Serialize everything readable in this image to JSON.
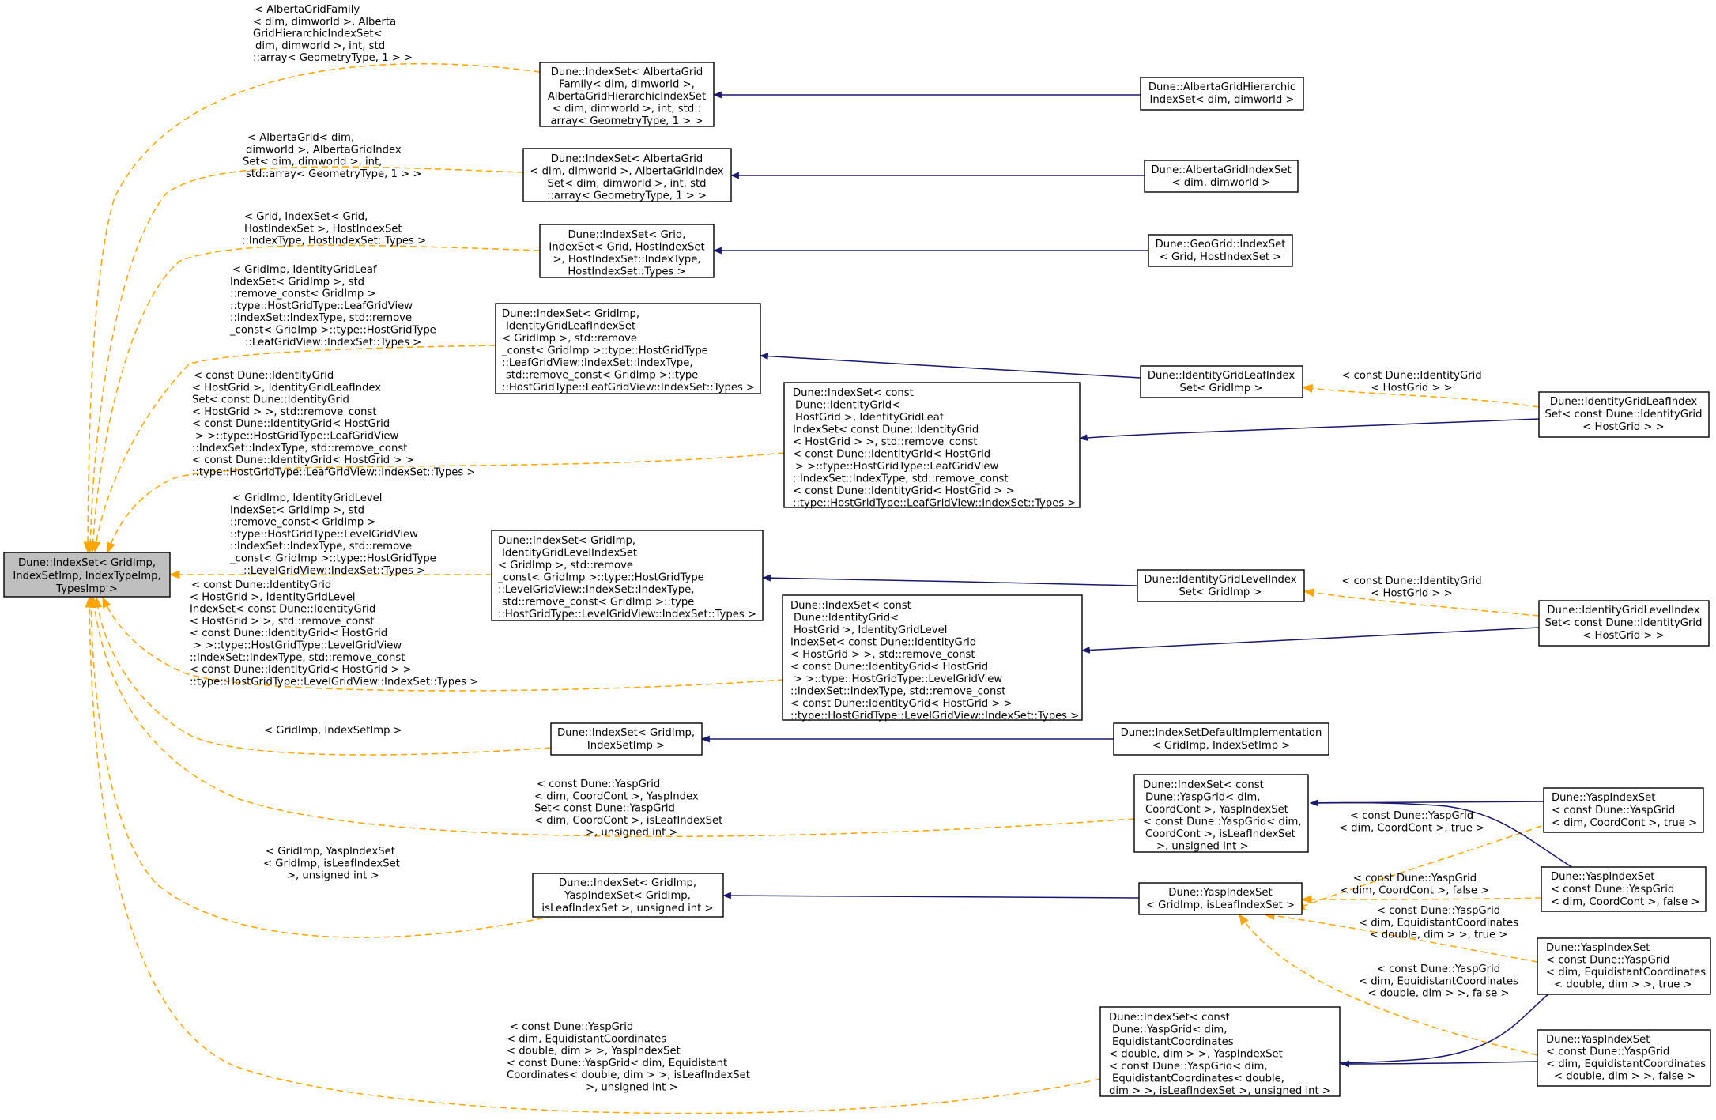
{
  "colors": {
    "inheritance_edge": "#191970",
    "template_edge": "#ffa500",
    "root_fill": "#bfbfbf",
    "node_fill": "#ffffff",
    "node_border": "#000000"
  },
  "nodes": {
    "root": [
      "Dune::IndexSet< GridImp,",
      "IndexSetImp, IndexTypeImp,",
      "TypesImp >"
    ],
    "is_alberta_family": [
      "Dune::IndexSet< AlbertaGrid",
      "Family< dim, dimworld >,",
      "AlbertaGridHierarchicIndexSet",
      "< dim, dimworld >, int, std::",
      "array< GeometryType, 1 > >"
    ],
    "alberta_hier": [
      "Dune::AlbertaGridHierarchic",
      "IndexSet< dim, dimworld >"
    ],
    "is_alberta_grid": [
      "Dune::IndexSet< AlbertaGrid",
      "< dim, dimworld >, AlbertaGridIndex",
      "Set< dim, dimworld >, int, std",
      "::array< GeometryType, 1 > >"
    ],
    "alberta_idx": [
      "Dune::AlbertaGridIndexSet",
      "< dim, dimworld >"
    ],
    "is_geo": [
      "Dune::IndexSet< Grid,",
      "IndexSet< Grid, HostIndexSet",
      ">, HostIndexSet::IndexType,",
      "HostIndexSet::Types >"
    ],
    "geo_idx": [
      "Dune::GeoGrid::IndexSet",
      "< Grid, HostIndexSet >"
    ],
    "is_id_leaf": [
      "Dune::IndexSet< GridImp,",
      "IdentityGridLeafIndexSet",
      "< GridImp >, std::remove",
      "_const< GridImp >::type::HostGridType",
      "::LeafGridView::IndexSet::IndexType,",
      "std::remove_const< GridImp >::type",
      "::HostGridType::LeafGridView::IndexSet::Types >"
    ],
    "id_leaf": [
      "Dune::IdentityGridLeafIndex",
      "Set< GridImp >"
    ],
    "id_leaf_const": [
      "Dune::IdentityGridLeafIndex",
      "Set< const Dune::IdentityGrid",
      "< HostGrid > >"
    ],
    "is_id_leaf_const": [
      "Dune::IndexSet< const",
      "Dune::IdentityGrid<",
      "HostGrid >, IdentityGridLeaf",
      "IndexSet< const Dune::IdentityGrid",
      "< HostGrid > >, std::remove_const",
      "< const Dune::IdentityGrid< HostGrid",
      "> >::type::HostGridType::LeafGridView",
      "::IndexSet::IndexType, std::remove_const",
      "< const Dune::IdentityGrid< HostGrid > >",
      "::type::HostGridType::LeafGridView::IndexSet::Types >"
    ],
    "is_id_level": [
      "Dune::IndexSet< GridImp,",
      "IdentityGridLevelIndexSet",
      "< GridImp >, std::remove",
      "_const< GridImp >::type::HostGridType",
      "::LevelGridView::IndexSet::IndexType,",
      "std::remove_const< GridImp >::type",
      "::HostGridType::LevelGridView::IndexSet::Types >"
    ],
    "id_level": [
      "Dune::IdentityGridLevelIndex",
      "Set< GridImp >"
    ],
    "id_level_const": [
      "Dune::IdentityGridLevelIndex",
      "Set< const Dune::IdentityGrid",
      "< HostGrid > >"
    ],
    "is_id_level_const": [
      "Dune::IndexSet< const",
      "Dune::IdentityGrid<",
      "HostGrid >, IdentityGridLevel",
      "IndexSet< const Dune::IdentityGrid",
      "< HostGrid > >, std::remove_const",
      "< const Dune::IdentityGrid< HostGrid",
      "> >::type::HostGridType::LevelGridView",
      "::IndexSet::IndexType, std::remove_const",
      "< const Dune::IdentityGrid< HostGrid > >",
      "::type::HostGridType::LevelGridView::IndexSet::Types >"
    ],
    "is_default": [
      "Dune::IndexSet< GridImp,",
      "IndexSetImp >"
    ],
    "default_impl": [
      "Dune::IndexSetDefaultImplementation",
      "< GridImp, IndexSetImp >"
    ],
    "is_yasp_coord": [
      "Dune::IndexSet< const",
      "Dune::YaspGrid< dim,",
      "CoordCont >, YaspIndexSet",
      "< const Dune::YaspGrid< dim,",
      "CoordCont >, isLeafIndexSet",
      ">, unsigned int >"
    ],
    "yasp_true": [
      "Dune::YaspIndexSet",
      "< const Dune::YaspGrid",
      "< dim, CoordCont >, true >"
    ],
    "yasp_false": [
      "Dune::YaspIndexSet",
      "< const Dune::YaspGrid",
      "< dim, CoordCont >, false >"
    ],
    "is_yasp_gridimp": [
      "Dune::IndexSet< GridImp,",
      "YaspIndexSet< GridImp,",
      "isLeafIndexSet >, unsigned int >"
    ],
    "yasp_gridimp": [
      "Dune::YaspIndexSet",
      "< GridImp, isLeafIndexSet >"
    ],
    "yasp_eq_true": [
      "Dune::YaspIndexSet",
      "< const Dune::YaspGrid",
      "< dim, EquidistantCoordinates",
      "< double, dim > >, true >"
    ],
    "yasp_eq_false": [
      "Dune::YaspIndexSet",
      "< const Dune::YaspGrid",
      "< dim, EquidistantCoordinates",
      "< double, dim > >, false >"
    ],
    "is_yasp_eq": [
      "Dune::IndexSet< const",
      "Dune::YaspGrid< dim,",
      "EquidistantCoordinates",
      "< double, dim > >, YaspIndexSet",
      "< const Dune::YaspGrid< dim,",
      "EquidistantCoordinates< double,",
      "dim > >, isLeafIndexSet >, unsigned int >"
    ]
  },
  "edge_labels": {
    "alberta_family": [
      "< AlbertaGridFamily",
      "< dim, dimworld >, Alberta",
      "GridHierarchicIndexSet<",
      "dim, dimworld >, int, std",
      "::array< GeometryType, 1 > >"
    ],
    "alberta_grid": [
      "< AlbertaGrid< dim,",
      "dimworld >, AlbertaGridIndex",
      "Set< dim, dimworld >, int,",
      "std::array< GeometryType, 1 > >"
    ],
    "geo": [
      "< Grid, IndexSet< Grid,",
      "HostIndexSet >, HostIndexSet",
      "::IndexType, HostIndexSet::Types >"
    ],
    "id_leaf": [
      "< GridImp, IdentityGridLeaf",
      "IndexSet< GridImp >, std",
      "::remove_const< GridImp >",
      "::type::HostGridType::LeafGridView",
      "::IndexSet::IndexType, std::remove",
      "_const< GridImp >::type::HostGridType",
      "::LeafGridView::IndexSet::Types >"
    ],
    "id_leaf_const": [
      "< const Dune::IdentityGrid",
      "< HostGrid >, IdentityGridLeafIndex",
      "Set< const Dune::IdentityGrid",
      "< HostGrid > >, std::remove_const",
      "< const Dune::IdentityGrid< HostGrid",
      "> >::type::HostGridType::LeafGridView",
      "::IndexSet::IndexType, std::remove_const",
      "< const Dune::IdentityGrid< HostGrid > >",
      "::type::HostGridType::LeafGridView::IndexSet::Types >"
    ],
    "id_level": [
      "< GridImp, IdentityGridLevel",
      "IndexSet< GridImp >, std",
      "::remove_const< GridImp >",
      "::type::HostGridType::LevelGridView",
      "::IndexSet::IndexType, std::remove",
      "_const< GridImp >::type::HostGridType",
      "::LevelGridView::IndexSet::Types >"
    ],
    "id_level_const": [
      "< const Dune::IdentityGrid",
      "< HostGrid >, IdentityGridLevel",
      "IndexSet< const Dune::IdentityGrid",
      "< HostGrid > >, std::remove_const",
      "< const Dune::IdentityGrid< HostGrid",
      "> >::type::HostGridType::LevelGridView",
      "::IndexSet::IndexType, std::remove_const",
      "< const Dune::IdentityGrid< HostGrid > >",
      "::type::HostGridType::LevelGridView::IndexSet::Types >"
    ],
    "default": [
      "< GridImp, IndexSetImp >"
    ],
    "yasp_coord": [
      "< const Dune::YaspGrid",
      "< dim, CoordCont >, YaspIndex",
      "Set< const Dune::YaspGrid",
      "< dim, CoordCont >, isLeafIndexSet",
      ">, unsigned int >"
    ],
    "yasp_gridimp": [
      "< GridImp, YaspIndexSet",
      "< GridImp, isLeafIndexSet",
      ">, unsigned int >"
    ],
    "yasp_eq": [
      "< const Dune::YaspGrid",
      "< dim, EquidistantCoordinates",
      "< double, dim > >, YaspIndexSet",
      "< const Dune::YaspGrid< dim, Equidistant",
      "Coordinates< double, dim > >, isLeafIndexSet",
      ">, unsigned int >"
    ],
    "leaf_const_host": [
      "< const Dune::IdentityGrid",
      "< HostGrid > >"
    ],
    "level_const_host": [
      "< const Dune::IdentityGrid",
      "< HostGrid > >"
    ],
    "yasp_true": [
      "< const Dune::YaspGrid",
      "< dim, CoordCont >, true >"
    ],
    "yasp_false": [
      "< const Dune::YaspGrid",
      "< dim, CoordCont >, false >"
    ],
    "yasp_eq_true": [
      "< const Dune::YaspGrid",
      "< dim, EquidistantCoordinates",
      "< double, dim > >, true >"
    ],
    "yasp_eq_false": [
      "< const Dune::YaspGrid",
      "< dim, EquidistantCoordinates",
      "< double, dim > >, false >"
    ]
  }
}
